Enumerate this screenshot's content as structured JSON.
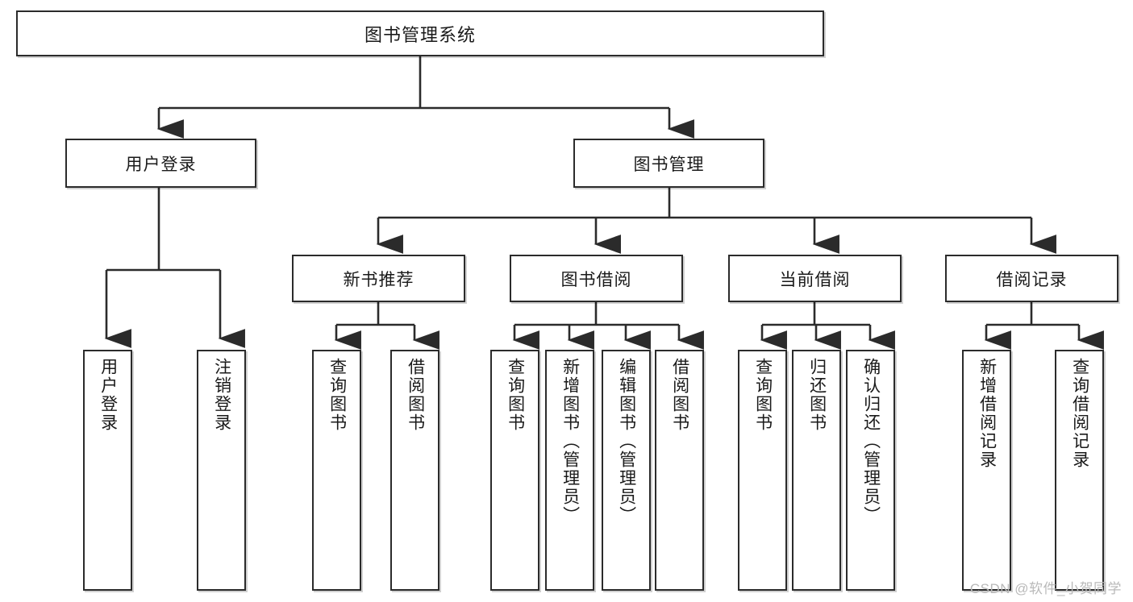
{
  "diagram": {
    "title": "图书管理系统",
    "type": "tree-hierarchy-diagram",
    "root": {
      "label": "图书管理系统"
    },
    "level2": [
      {
        "label": "用户登录"
      },
      {
        "label": "图书管理"
      }
    ],
    "level3": [
      {
        "label": "新书推荐"
      },
      {
        "label": "图书借阅"
      },
      {
        "label": "当前借阅"
      },
      {
        "label": "借阅记录"
      }
    ],
    "leaves": {
      "user_login": [
        {
          "label": "用户登录"
        },
        {
          "label": "注销登录"
        }
      ],
      "new_book_recommend": [
        {
          "label": "查询图书"
        },
        {
          "label": "借阅图书"
        }
      ],
      "book_borrow": [
        {
          "label": "查询图书"
        },
        {
          "label": "新增图书（管理员）"
        },
        {
          "label": "编辑图书（管理员）"
        },
        {
          "label": "借阅图书"
        }
      ],
      "current_borrow": [
        {
          "label": "查询图书"
        },
        {
          "label": "归还图书"
        },
        {
          "label": "确认归还（管理员）"
        }
      ],
      "borrow_record": [
        {
          "label": "新增借阅记录"
        },
        {
          "label": "查询借阅记录"
        }
      ]
    }
  },
  "watermark": {
    "text": "CSDN @软件_小贺同学"
  },
  "colors": {
    "stroke": "#2b2b2b",
    "fill": "#ffffff",
    "text": "#1a1a1a",
    "watermark": "#b9b9b9"
  }
}
